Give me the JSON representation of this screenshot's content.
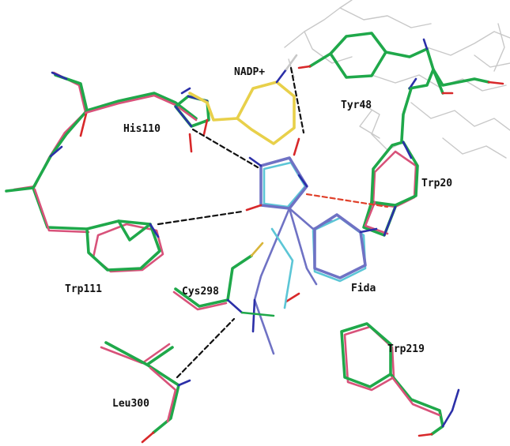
{
  "labels": {
    "nadp": "NADP+",
    "his110": "His110",
    "tyr48": "Tyr48",
    "trp20": "Trp20",
    "trp111": "Trp111",
    "cys298": "Cys298",
    "fida": "Fida",
    "trp219": "Trp219",
    "leu300": "Leu300"
  },
  "colors": {
    "carbon_green": "#1fa84a",
    "overlay_pink": "#d8527a",
    "nitrogen": "#2b2fa8",
    "oxygen": "#d8282a",
    "sulfur": "#d9b53a",
    "nadp_yellow": "#e8d04a",
    "ligand_slate": "#6f72c4",
    "ligand_cyan": "#5cc6d6",
    "background_protein": "#c8c8c8",
    "hbond_black": "#111111",
    "hbond_red": "#e0402a"
  }
}
